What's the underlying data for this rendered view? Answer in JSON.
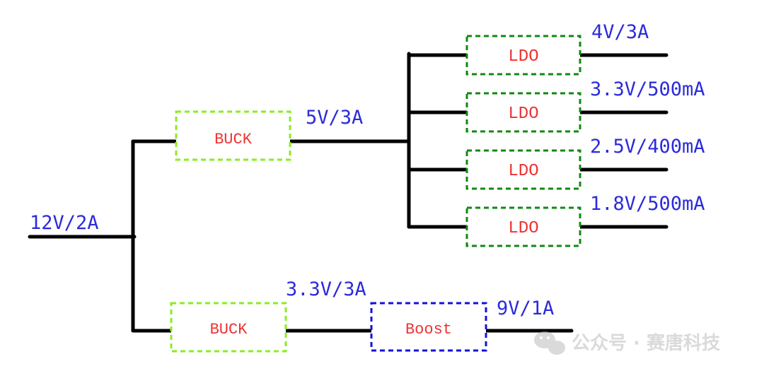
{
  "colors": {
    "wire": "#000000",
    "voltage_text": "#2b2bdb",
    "block_text": "#ee3333",
    "buck_border": "#88ee22",
    "ldo_border": "#118811",
    "boost_border": "#1111dd",
    "watermark": "#cccccc"
  },
  "input": {
    "label": "12V/2A"
  },
  "buck_upper": {
    "label": "BUCK",
    "output": "5V/3A"
  },
  "buck_lower": {
    "label": "BUCK",
    "output": "3.3V/3A"
  },
  "boost": {
    "label": "Boost",
    "output": "9V/1A"
  },
  "ldos": [
    {
      "label": "LDO",
      "output": "4V/3A"
    },
    {
      "label": "LDO",
      "output": "3.3V/500mA"
    },
    {
      "label": "LDO",
      "output": "2.5V/400mA"
    },
    {
      "label": "LDO",
      "output": "1.8V/500mA"
    }
  ],
  "watermark": {
    "icon": "wechat-icon",
    "text": "公众号 · 赛唐科技"
  }
}
